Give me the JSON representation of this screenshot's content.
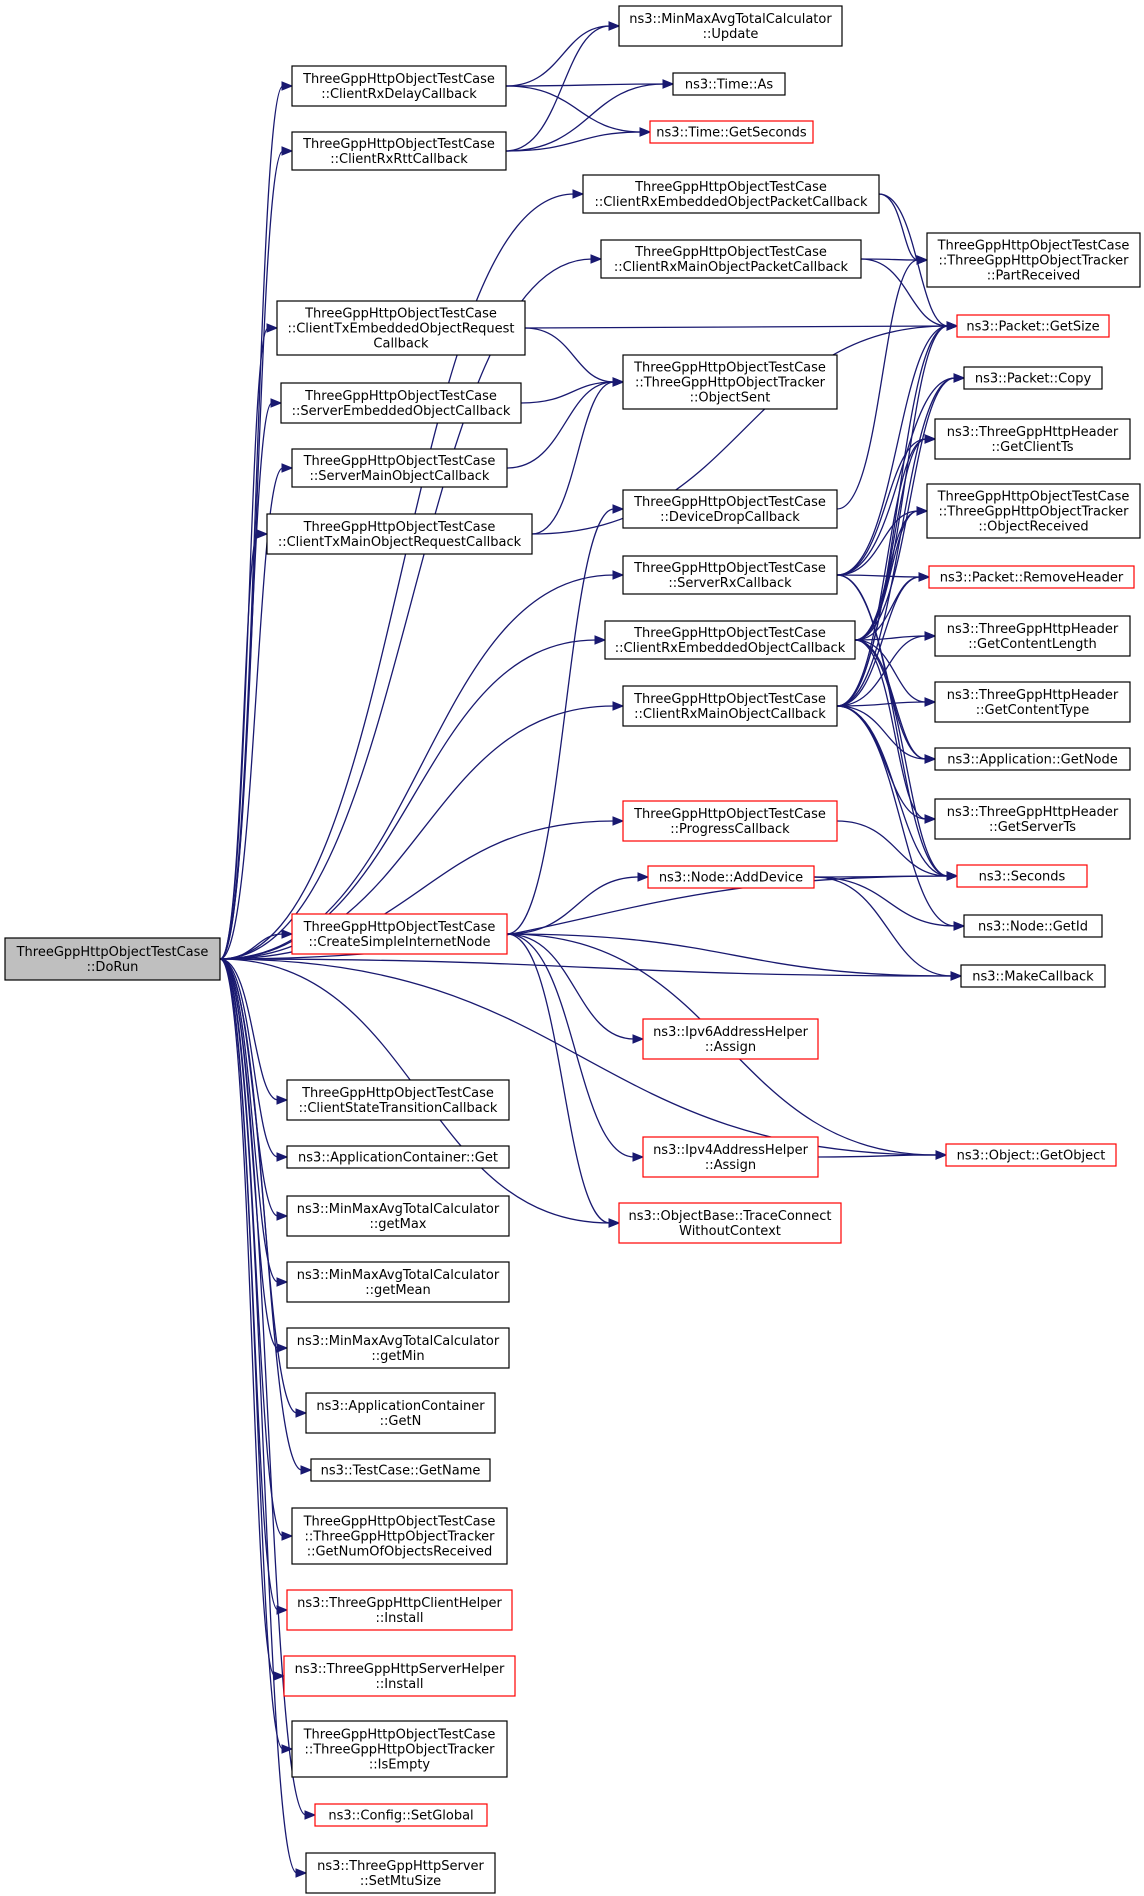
{
  "colors": {
    "edge": "#191970",
    "border_normal": "#000000",
    "border_truncated": "#ff0000",
    "fill_root": "#bfbfbf",
    "fill_normal": "#ffffff"
  },
  "nodes": [
    {
      "id": "root",
      "lines": [
        "ThreeGppHttpObjectTestCase",
        "::DoRun"
      ],
      "style": "root"
    },
    {
      "id": "n1",
      "lines": [
        "ThreeGppHttpObjectTestCase",
        "::ClientRxDelayCallback"
      ],
      "style": "normal"
    },
    {
      "id": "n2",
      "lines": [
        "ThreeGppHttpObjectTestCase",
        "::ClientRxRttCallback"
      ],
      "style": "normal"
    },
    {
      "id": "n3",
      "lines": [
        "ThreeGppHttpObjectTestCase",
        "::ClientRxEmbeddedObjectPacketCallback"
      ],
      "style": "normal"
    },
    {
      "id": "n4",
      "lines": [
        "ThreeGppHttpObjectTestCase",
        "::ClientRxMainObjectPacketCallback"
      ],
      "style": "normal"
    },
    {
      "id": "n5",
      "lines": [
        "ThreeGppHttpObjectTestCase",
        "::ClientTxEmbeddedObjectRequest",
        "Callback"
      ],
      "style": "normal"
    },
    {
      "id": "n6",
      "lines": [
        "ThreeGppHttpObjectTestCase",
        "::ServerEmbeddedObjectCallback"
      ],
      "style": "normal"
    },
    {
      "id": "n7",
      "lines": [
        "ThreeGppHttpObjectTestCase",
        "::ServerMainObjectCallback"
      ],
      "style": "normal"
    },
    {
      "id": "n8",
      "lines": [
        "ThreeGppHttpObjectTestCase",
        "::ClientTxMainObjectRequestCallback"
      ],
      "style": "normal"
    },
    {
      "id": "n9",
      "lines": [
        "ThreeGppHttpObjectTestCase",
        "::DeviceDropCallback"
      ],
      "style": "normal"
    },
    {
      "id": "n10",
      "lines": [
        "ThreeGppHttpObjectTestCase",
        "::ServerRxCallback"
      ],
      "style": "normal"
    },
    {
      "id": "n11",
      "lines": [
        "ThreeGppHttpObjectTestCase",
        "::ClientRxEmbeddedObjectCallback"
      ],
      "style": "normal"
    },
    {
      "id": "n12",
      "lines": [
        "ThreeGppHttpObjectTestCase",
        "::ClientRxMainObjectCallback"
      ],
      "style": "normal"
    },
    {
      "id": "n13",
      "lines": [
        "ThreeGppHttpObjectTestCase",
        "::ProgressCallback"
      ],
      "style": "truncated"
    },
    {
      "id": "n14",
      "lines": [
        "ThreeGppHttpObjectTestCase",
        "::CreateSimpleInternetNode"
      ],
      "style": "truncated"
    },
    {
      "id": "n15",
      "lines": [
        "ThreeGppHttpObjectTestCase",
        "::ClientStateTransitionCallback"
      ],
      "style": "normal"
    },
    {
      "id": "n16",
      "lines": [
        "ns3::ApplicationContainer::Get"
      ],
      "style": "normal"
    },
    {
      "id": "n17",
      "lines": [
        "ns3::MinMaxAvgTotalCalculator",
        "::getMax"
      ],
      "style": "normal"
    },
    {
      "id": "n18",
      "lines": [
        "ns3::MinMaxAvgTotalCalculator",
        "::getMean"
      ],
      "style": "normal"
    },
    {
      "id": "n19",
      "lines": [
        "ns3::MinMaxAvgTotalCalculator",
        "::getMin"
      ],
      "style": "normal"
    },
    {
      "id": "n20",
      "lines": [
        "ns3::ApplicationContainer",
        "::GetN"
      ],
      "style": "normal"
    },
    {
      "id": "n21",
      "lines": [
        "ns3::TestCase::GetName"
      ],
      "style": "normal"
    },
    {
      "id": "n22",
      "lines": [
        "ThreeGppHttpObjectTestCase",
        "::ThreeGppHttpObjectTracker",
        "::GetNumOfObjectsReceived"
      ],
      "style": "normal"
    },
    {
      "id": "n23",
      "lines": [
        "ns3::ThreeGppHttpClientHelper",
        "::Install"
      ],
      "style": "truncated"
    },
    {
      "id": "n24",
      "lines": [
        "ns3::ThreeGppHttpServerHelper",
        "::Install"
      ],
      "style": "truncated"
    },
    {
      "id": "n25",
      "lines": [
        "ThreeGppHttpObjectTestCase",
        "::ThreeGppHttpObjectTracker",
        "::IsEmpty"
      ],
      "style": "normal"
    },
    {
      "id": "n26",
      "lines": [
        "ns3::Config::SetGlobal"
      ],
      "style": "truncated"
    },
    {
      "id": "n27",
      "lines": [
        "ns3::ThreeGppHttpServer",
        "::SetMtuSize"
      ],
      "style": "normal"
    },
    {
      "id": "m1",
      "lines": [
        "ns3::MinMaxAvgTotalCalculator",
        "::Update"
      ],
      "style": "normal"
    },
    {
      "id": "m2",
      "lines": [
        "ns3::Time::As"
      ],
      "style": "normal"
    },
    {
      "id": "m3",
      "lines": [
        "ns3::Time::GetSeconds"
      ],
      "style": "truncated"
    },
    {
      "id": "m4",
      "lines": [
        "ThreeGppHttpObjectTestCase",
        "::ThreeGppHttpObjectTracker",
        "::ObjectSent"
      ],
      "style": "normal"
    },
    {
      "id": "m5",
      "lines": [
        "ns3::Node::AddDevice"
      ],
      "style": "truncated"
    },
    {
      "id": "m6",
      "lines": [
        "ns3::Ipv6AddressHelper",
        "::Assign"
      ],
      "style": "truncated"
    },
    {
      "id": "m7",
      "lines": [
        "ns3::Ipv4AddressHelper",
        "::Assign"
      ],
      "style": "truncated"
    },
    {
      "id": "m8",
      "lines": [
        "ns3::ObjectBase::TraceConnect",
        "WithoutContext"
      ],
      "style": "truncated"
    },
    {
      "id": "r1",
      "lines": [
        "ThreeGppHttpObjectTestCase",
        "::ThreeGppHttpObjectTracker",
        "::PartReceived"
      ],
      "style": "normal"
    },
    {
      "id": "r2",
      "lines": [
        "ns3::Packet::GetSize"
      ],
      "style": "truncated"
    },
    {
      "id": "r3",
      "lines": [
        "ns3::Packet::Copy"
      ],
      "style": "normal"
    },
    {
      "id": "r4",
      "lines": [
        "ns3::ThreeGppHttpHeader",
        "::GetClientTs"
      ],
      "style": "normal"
    },
    {
      "id": "r5",
      "lines": [
        "ThreeGppHttpObjectTestCase",
        "::ThreeGppHttpObjectTracker",
        "::ObjectReceived"
      ],
      "style": "normal"
    },
    {
      "id": "r6",
      "lines": [
        "ns3::Packet::RemoveHeader"
      ],
      "style": "truncated"
    },
    {
      "id": "r7",
      "lines": [
        "ns3::ThreeGppHttpHeader",
        "::GetContentLength"
      ],
      "style": "normal"
    },
    {
      "id": "r8",
      "lines": [
        "ns3::ThreeGppHttpHeader",
        "::GetContentType"
      ],
      "style": "normal"
    },
    {
      "id": "r9",
      "lines": [
        "ns3::Application::GetNode"
      ],
      "style": "normal"
    },
    {
      "id": "r10",
      "lines": [
        "ns3::ThreeGppHttpHeader",
        "::GetServerTs"
      ],
      "style": "normal"
    },
    {
      "id": "r11",
      "lines": [
        "ns3::Seconds"
      ],
      "style": "truncated"
    },
    {
      "id": "r12",
      "lines": [
        "ns3::Node::GetId"
      ],
      "style": "normal"
    },
    {
      "id": "r13",
      "lines": [
        "ns3::MakeCallback"
      ],
      "style": "normal"
    },
    {
      "id": "r14",
      "lines": [
        "ns3::Object::GetObject"
      ],
      "style": "truncated"
    }
  ],
  "edges": [
    [
      "root",
      "n1"
    ],
    [
      "root",
      "n2"
    ],
    [
      "root",
      "n3"
    ],
    [
      "root",
      "n4"
    ],
    [
      "root",
      "n5"
    ],
    [
      "root",
      "n6"
    ],
    [
      "root",
      "n7"
    ],
    [
      "root",
      "n8"
    ],
    [
      "root",
      "n10"
    ],
    [
      "root",
      "n11"
    ],
    [
      "root",
      "n12"
    ],
    [
      "root",
      "n13"
    ],
    [
      "root",
      "n14"
    ],
    [
      "root",
      "n15"
    ],
    [
      "root",
      "n16"
    ],
    [
      "root",
      "n17"
    ],
    [
      "root",
      "n18"
    ],
    [
      "root",
      "n19"
    ],
    [
      "root",
      "n20"
    ],
    [
      "root",
      "n21"
    ],
    [
      "root",
      "n22"
    ],
    [
      "root",
      "n23"
    ],
    [
      "root",
      "n24"
    ],
    [
      "root",
      "n25"
    ],
    [
      "root",
      "n26"
    ],
    [
      "root",
      "n27"
    ],
    [
      "root",
      "r11"
    ],
    [
      "root",
      "r13"
    ],
    [
      "root",
      "r14"
    ],
    [
      "root",
      "m8"
    ],
    [
      "n1",
      "m1"
    ],
    [
      "n1",
      "m2"
    ],
    [
      "n1",
      "m3"
    ],
    [
      "n2",
      "m1"
    ],
    [
      "n2",
      "m2"
    ],
    [
      "n2",
      "m3"
    ],
    [
      "n3",
      "r1"
    ],
    [
      "n3",
      "r2"
    ],
    [
      "n4",
      "r1"
    ],
    [
      "n4",
      "r2"
    ],
    [
      "n5",
      "r2"
    ],
    [
      "n5",
      "m4"
    ],
    [
      "n6",
      "m4"
    ],
    [
      "n7",
      "m4"
    ],
    [
      "n8",
      "m4"
    ],
    [
      "n8",
      "r2"
    ],
    [
      "n9",
      "r1"
    ],
    [
      "n10",
      "r2"
    ],
    [
      "n10",
      "r3"
    ],
    [
      "n10",
      "r4"
    ],
    [
      "n10",
      "r5"
    ],
    [
      "n10",
      "r6"
    ],
    [
      "n10",
      "r9"
    ],
    [
      "n10",
      "r11"
    ],
    [
      "n11",
      "r2"
    ],
    [
      "n11",
      "r3"
    ],
    [
      "n11",
      "r4"
    ],
    [
      "n11",
      "r5"
    ],
    [
      "n11",
      "r6"
    ],
    [
      "n11",
      "r7"
    ],
    [
      "n11",
      "r8"
    ],
    [
      "n11",
      "r9"
    ],
    [
      "n11",
      "r10"
    ],
    [
      "n11",
      "r11"
    ],
    [
      "n12",
      "r2"
    ],
    [
      "n12",
      "r3"
    ],
    [
      "n12",
      "r4"
    ],
    [
      "n12",
      "r5"
    ],
    [
      "n12",
      "r6"
    ],
    [
      "n12",
      "r7"
    ],
    [
      "n12",
      "r8"
    ],
    [
      "n12",
      "r9"
    ],
    [
      "n12",
      "r10"
    ],
    [
      "n12",
      "r11"
    ],
    [
      "n12",
      "r12"
    ],
    [
      "n13",
      "r11"
    ],
    [
      "n14",
      "m5"
    ],
    [
      "n14",
      "n9"
    ],
    [
      "n14",
      "m6"
    ],
    [
      "n14",
      "m7"
    ],
    [
      "n14",
      "m8"
    ],
    [
      "n14",
      "r13"
    ],
    [
      "n14",
      "r14"
    ],
    [
      "m5",
      "r11"
    ],
    [
      "m5",
      "r12"
    ],
    [
      "m5",
      "r13"
    ],
    [
      "m7",
      "r14"
    ]
  ]
}
